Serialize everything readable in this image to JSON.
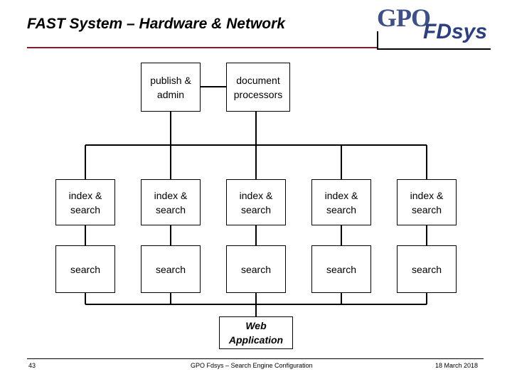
{
  "title": "FAST System – Hardware & Network",
  "logo": {
    "gpo": "GPO",
    "fdsys": "FDsys"
  },
  "diagram": {
    "top_row": [
      "publish &\nadmin",
      "document\nprocessors"
    ],
    "index_row": [
      "index &\nsearch",
      "index &\nsearch",
      "index &\nsearch",
      "index &\nsearch",
      "index &\nsearch"
    ],
    "search_row": [
      "search",
      "search",
      "search",
      "search",
      "search"
    ],
    "web": "Web\nApplication"
  },
  "footer": {
    "page_number": "43",
    "center": "GPO Fdsys – Search Engine Configuration",
    "date": "18 March 2018"
  }
}
